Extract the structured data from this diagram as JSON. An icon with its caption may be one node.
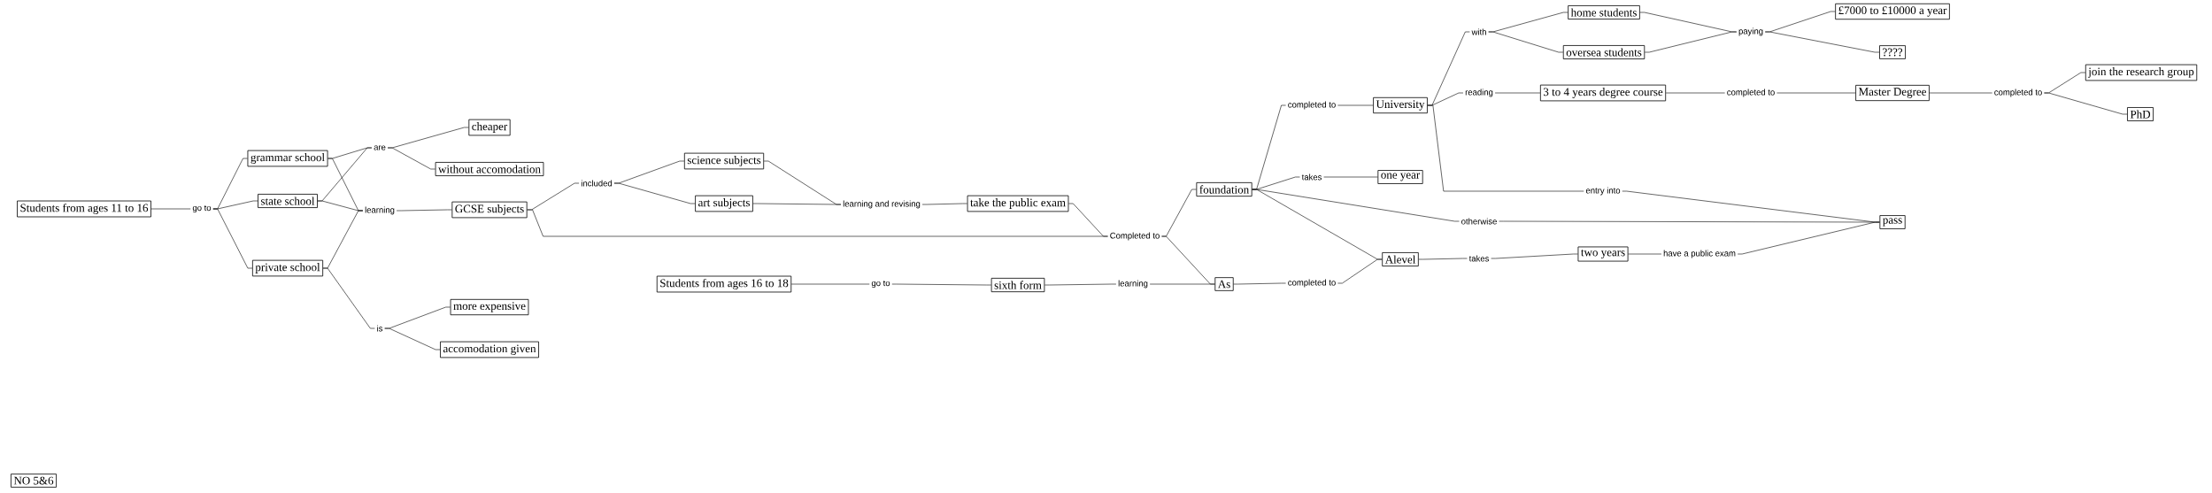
{
  "diagram": {
    "nodes": [
      {
        "text": [
          "Students from ages 11 to 16"
        ]
      },
      {
        "text": [
          "go to"
        ]
      },
      {
        "text": [
          "grammar school"
        ]
      },
      {
        "text": [
          "state school"
        ]
      },
      {
        "text": [
          "private school"
        ]
      },
      {
        "text": [
          "are"
        ]
      },
      {
        "text": [
          "learning"
        ]
      },
      {
        "text": [
          "is"
        ]
      },
      {
        "text": [
          "cheaper"
        ]
      },
      {
        "text": [
          "without accomodation"
        ]
      },
      {
        "text": [
          "GCSE subjects"
        ]
      },
      {
        "text": [
          "more expensive"
        ]
      },
      {
        "text": [
          "accomodation given"
        ]
      },
      {
        "text": [
          "included"
        ]
      },
      {
        "text": [
          "science subjects"
        ]
      },
      {
        "text": [
          "art subjects"
        ]
      },
      {
        "text": [
          "learning and revising"
        ]
      },
      {
        "text": [
          "take the public exam"
        ]
      },
      {
        "text": [
          "Completed to"
        ]
      },
      {
        "text": [
          "Students from ages 16 to 18"
        ]
      },
      {
        "text": [
          "go to"
        ]
      },
      {
        "text": [
          "sixth form"
        ]
      },
      {
        "text": [
          "learning"
        ]
      },
      {
        "text": [
          "foundation"
        ]
      },
      {
        "text": [
          "As"
        ]
      },
      {
        "text": [
          "completed to"
        ]
      },
      {
        "text": [
          "takes"
        ]
      },
      {
        "text": [
          "completed to"
        ]
      },
      {
        "text": [
          "University"
        ]
      },
      {
        "text": [
          "one year"
        ]
      },
      {
        "text": [
          "Alevel"
        ]
      },
      {
        "text": [
          "with"
        ]
      },
      {
        "text": [
          "reading"
        ]
      },
      {
        "text": [
          "otherwise"
        ]
      },
      {
        "text": [
          "takes"
        ]
      },
      {
        "text": [
          "home students"
        ]
      },
      {
        "text": [
          "oversea students"
        ]
      },
      {
        "text": [
          "3 to 4 years degree course"
        ]
      },
      {
        "text": [
          "entry into"
        ]
      },
      {
        "text": [
          "two years"
        ]
      },
      {
        "text": [
          "paying"
        ]
      },
      {
        "text": [
          "completed to"
        ]
      },
      {
        "text": [
          "have a public exam"
        ]
      },
      {
        "text": [
          "£7000 to £10000 a year"
        ]
      },
      {
        "text": [
          "????"
        ]
      },
      {
        "text": [
          "Master Degree"
        ]
      },
      {
        "text": [
          "pass"
        ]
      },
      {
        "text": [
          "completed to"
        ]
      },
      {
        "text": [
          "join the research group"
        ]
      },
      {
        "text": [
          "PhD"
        ]
      },
      {
        "text": [
          "NO 5&6"
        ]
      }
    ],
    "edges": [
      {
        "from": 0,
        "to": 1,
        "arrow": "none"
      },
      {
        "from": 1,
        "to": 2,
        "arrow": "none"
      },
      {
        "from": 1,
        "to": 3,
        "arrow": "none"
      },
      {
        "from": 1,
        "to": 4,
        "arrow": "none"
      },
      {
        "from": 2,
        "to": 5,
        "arrow": "none"
      },
      {
        "from": 2,
        "to": 6,
        "arrow": "none"
      },
      {
        "from": 3,
        "to": 5,
        "arrow": "none"
      },
      {
        "from": 3,
        "to": 6,
        "arrow": "none"
      },
      {
        "from": 4,
        "to": 6,
        "arrow": "none"
      },
      {
        "from": 4,
        "to": 7,
        "arrow": "none"
      },
      {
        "from": 5,
        "to": 8,
        "arrow": "none"
      },
      {
        "from": 5,
        "to": 9,
        "arrow": "none"
      },
      {
        "from": 6,
        "to": 10,
        "arrow": "none"
      },
      {
        "from": 7,
        "to": 11,
        "arrow": "none"
      },
      {
        "from": 7,
        "to": 12,
        "arrow": "none"
      },
      {
        "from": 10,
        "to": 13,
        "arrow": "none"
      },
      {
        "from": 10,
        "to": 18,
        "arrow": "none"
      },
      {
        "from": 13,
        "to": 14,
        "arrow": "none"
      },
      {
        "from": 13,
        "to": 15,
        "arrow": "none"
      },
      {
        "from": 14,
        "to": 16,
        "arrow": "none"
      },
      {
        "from": 15,
        "to": 16,
        "arrow": "none"
      },
      {
        "from": 16,
        "to": 17,
        "arrow": "none"
      },
      {
        "from": 17,
        "to": 18,
        "arrow": "none"
      },
      {
        "from": 18,
        "to": 23,
        "arrow": "none"
      },
      {
        "from": 18,
        "to": 24,
        "arrow": "none"
      },
      {
        "from": 19,
        "to": 20,
        "arrow": "none"
      },
      {
        "from": 20,
        "to": 21,
        "arrow": "none"
      },
      {
        "from": 21,
        "to": 22,
        "arrow": "none"
      },
      {
        "from": 22,
        "to": 24,
        "arrow": "none"
      },
      {
        "from": 23,
        "to": 25,
        "arrow": "none"
      },
      {
        "from": 23,
        "to": 26,
        "arrow": "none"
      },
      {
        "from": 23,
        "to": 33,
        "arrow": "none"
      },
      {
        "from": 23,
        "to": 30,
        "arrow": "none"
      },
      {
        "from": 24,
        "to": 27,
        "arrow": "none"
      },
      {
        "from": 25,
        "to": 28,
        "arrow": "none"
      },
      {
        "from": 26,
        "to": 29,
        "arrow": "none"
      },
      {
        "from": 27,
        "to": 30,
        "arrow": "none"
      },
      {
        "from": 28,
        "to": 31,
        "arrow": "none"
      },
      {
        "from": 28,
        "to": 32,
        "arrow": "none"
      },
      {
        "from": 28,
        "to": 38,
        "arrow": "none"
      },
      {
        "from": 30,
        "to": 34,
        "arrow": "none"
      },
      {
        "from": 31,
        "to": 35,
        "arrow": "none"
      },
      {
        "from": 31,
        "to": 36,
        "arrow": "none"
      },
      {
        "from": 32,
        "to": 37,
        "arrow": "none"
      },
      {
        "from": 33,
        "to": 46,
        "arrow": "none"
      },
      {
        "from": 34,
        "to": 39,
        "arrow": "none"
      },
      {
        "from": 35,
        "to": 40,
        "arrow": "none"
      },
      {
        "from": 36,
        "to": 40,
        "arrow": "none"
      },
      {
        "from": 37,
        "to": 41,
        "arrow": "none"
      },
      {
        "from": 38,
        "to": 46,
        "arrow": "none"
      },
      {
        "from": 39,
        "to": 42,
        "arrow": "none"
      },
      {
        "from": 40,
        "to": 43,
        "arrow": "none"
      },
      {
        "from": 40,
        "to": 44,
        "arrow": "none"
      },
      {
        "from": 41,
        "to": 45,
        "arrow": "none"
      },
      {
        "from": 42,
        "to": 46,
        "arrow": "none"
      },
      {
        "from": 45,
        "to": 47,
        "arrow": "none"
      },
      {
        "from": 47,
        "to": 48,
        "arrow": "none"
      },
      {
        "from": 47,
        "to": 49,
        "arrow": "none"
      }
    ]
  }
}
